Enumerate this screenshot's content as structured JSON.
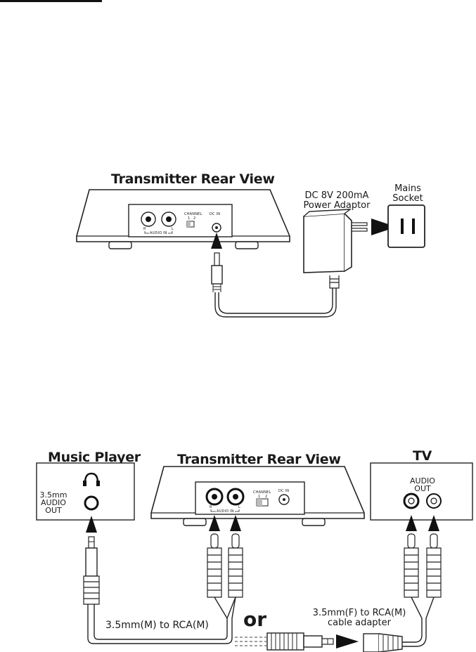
{
  "diagram1": {
    "title": "Transmitter Rear View",
    "channel_label": "CHANNEL",
    "channel_1": "1",
    "channel_2": "2",
    "dc_in_label": "DC IN",
    "audio_in_label": "AUDIO IN",
    "audio_r": "R",
    "audio_l": "L",
    "adaptor_line1": "DC 8V 200mA",
    "adaptor_line2": "Power Adaptor",
    "socket_line1": "Mains",
    "socket_line2": "Socket"
  },
  "diagram2": {
    "music_player_title": "Music Player",
    "player_out_line1": "3.5mm",
    "player_out_line2": "AUDIO",
    "player_out_line3": "OUT",
    "transmitter_title": "Transmitter Rear View",
    "channel_label": "CHANNEL",
    "channel_1": "1",
    "channel_2": "2",
    "dc_in_label": "DC IN",
    "audio_in_label": "AUDIO IN",
    "audio_r": "R",
    "audio_l": "L",
    "tv_title": "TV",
    "tv_out_line1": "AUDIO",
    "tv_out_line2": "OUT",
    "cable_label": "3.5mm(M) to RCA(M)",
    "or_label": "or",
    "adapter_line1": "3.5mm(F) to RCA(M)",
    "adapter_line2": "cable adapter"
  }
}
